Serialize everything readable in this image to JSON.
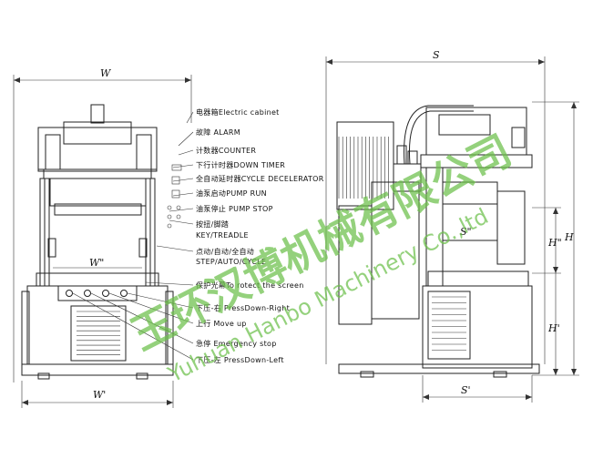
{
  "legend": {
    "items": [
      {
        "id": "electric-cabinet",
        "text": "电器箱Electric cabinet"
      },
      {
        "id": "alarm",
        "text": "故障 ALARM"
      },
      {
        "id": "counter",
        "text": "计数器COUNTER"
      },
      {
        "id": "down-timer",
        "text": "下行计时器DOWN TIMER"
      },
      {
        "id": "cycle-decelerator",
        "text": "全自动延时器CYCLE DECELERATOR"
      },
      {
        "id": "pump-run",
        "text": "油泵启动PUMP RUN"
      },
      {
        "id": "pump-stop",
        "text": "油泵停止 PUMP STOP"
      },
      {
        "id": "key-treadle-cn",
        "text": "按扭/脚踏"
      },
      {
        "id": "key-treadle-en",
        "text": "KEY/TREADLE"
      },
      {
        "id": "step-auto-cycle-cn",
        "text": "点动/自动/全自动"
      },
      {
        "id": "step-auto-cycle-en",
        "text": "STEP/AUTO/CYCLE"
      },
      {
        "id": "protect-screen",
        "text": "保护光幕To rotect the screen"
      },
      {
        "id": "press-down-right",
        "text": "下压-右 PressDown-Right"
      },
      {
        "id": "move-up",
        "text": "上行  Move up"
      },
      {
        "id": "emergency-stop",
        "text": "急停 Emergency stop"
      },
      {
        "id": "press-down-left",
        "text": "下压-左 PressDown-Left"
      }
    ]
  },
  "dimensions": {
    "front_width": "W",
    "front_inner_width": "W\"",
    "front_base_width": "W'",
    "side_depth": "S",
    "side_inner_depth": "S\"",
    "side_base_depth": "S'",
    "total_height": "H",
    "upper_height": "H\"",
    "lower_height": "H'"
  },
  "watermark": {
    "chinese": "玉环汉博机械有限公司",
    "english": "Yuhuan Hanbo Machinery Co.,ltd"
  },
  "colors": {
    "line": "#222222",
    "watermark": "#6cc04a"
  }
}
